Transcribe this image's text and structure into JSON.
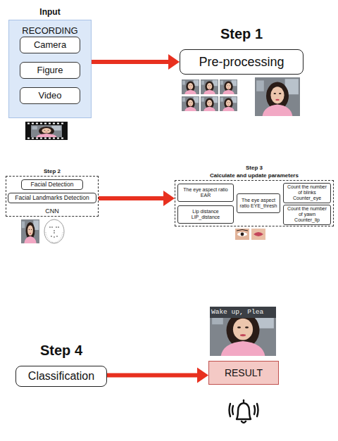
{
  "diagram": {
    "nodes": [
      {
        "text": [
          "Input",
          "RECORDING"
        ]
      },
      {
        "text": [
          "Camera"
        ],
        "in": 0
      },
      {
        "text": [
          "Figure"
        ],
        "in": 0
      },
      {
        "text": [
          "Video"
        ],
        "in": 0
      },
      {
        "text": [
          "Step 1",
          "Pre-processing"
        ]
      },
      {
        "text": [
          "Step 2",
          "CNN"
        ]
      },
      {
        "text": [
          "Facial Detection"
        ],
        "in": 5
      },
      {
        "text": [
          "Facial Landmarks Detection"
        ],
        "in": 5
      },
      {
        "text": [
          "Step 3",
          "Calculate and update parameters"
        ]
      },
      {
        "text": [
          "The eye aspect ratio EAR"
        ],
        "in": 8
      },
      {
        "text": [
          "Lip distance LIP_distance"
        ],
        "in": 8
      },
      {
        "text": [
          "The eye aspect ratio EYE_thresh"
        ],
        "in": 8
      },
      {
        "text": [
          "Count the number of blinks Counter_eye"
        ],
        "in": 8
      },
      {
        "text": [
          "Count the number of yawn Counter_lip"
        ],
        "in": 8
      },
      {
        "text": [
          "Step 4",
          "Classification"
        ]
      },
      {
        "text": [
          "RESULT"
        ]
      }
    ],
    "edges": [
      {
        "from": 0,
        "to": 4,
        "arrow": "to"
      },
      {
        "from": 5,
        "to": 8,
        "arrow": "to"
      },
      {
        "from": 14,
        "to": 15,
        "arrow": "to"
      }
    ],
    "labels": [
      "Wake up, Plea"
    ]
  }
}
